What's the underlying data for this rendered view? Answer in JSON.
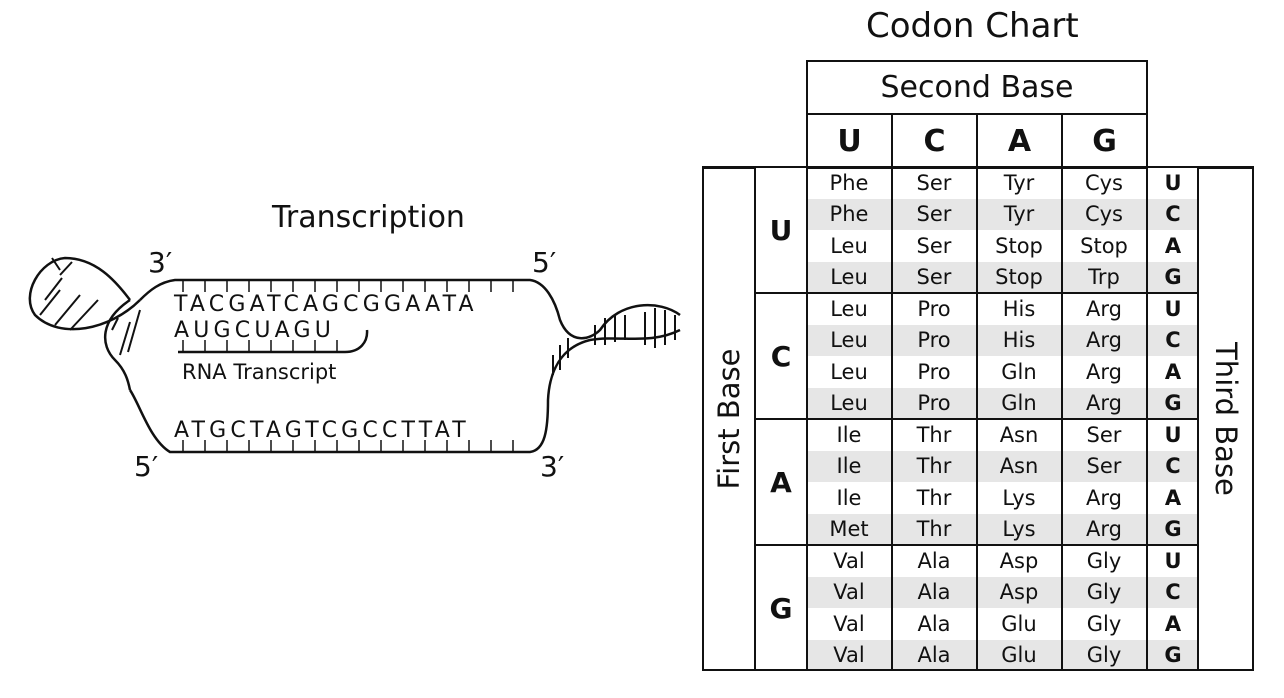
{
  "transcription": {
    "title": "Transcription",
    "top_left_end": "3′",
    "top_right_end": "5′",
    "bottom_left_end": "5′",
    "bottom_right_end": "3′",
    "template_strand": "TACGATCAGCGGAATA",
    "rna_strand": "AUGCUAGU",
    "coding_strand": "ATGCTAGTCGCCTTAT",
    "rna_label": "RNA Transcript"
  },
  "codon_chart": {
    "title": "Codon Chart",
    "second_base_label": "Second Base",
    "first_base_label": "First Base",
    "third_base_label": "Third Base",
    "second_bases": [
      "U",
      "C",
      "A",
      "G"
    ],
    "groups": [
      {
        "first": "U",
        "rows": [
          {
            "third": "U",
            "aa": [
              "Phe",
              "Ser",
              "Tyr",
              "Cys"
            ]
          },
          {
            "third": "C",
            "aa": [
              "Phe",
              "Ser",
              "Tyr",
              "Cys"
            ]
          },
          {
            "third": "A",
            "aa": [
              "Leu",
              "Ser",
              "Stop",
              "Stop"
            ]
          },
          {
            "third": "G",
            "aa": [
              "Leu",
              "Ser",
              "Stop",
              "Trp"
            ]
          }
        ]
      },
      {
        "first": "C",
        "rows": [
          {
            "third": "U",
            "aa": [
              "Leu",
              "Pro",
              "His",
              "Arg"
            ]
          },
          {
            "third": "C",
            "aa": [
              "Leu",
              "Pro",
              "His",
              "Arg"
            ]
          },
          {
            "third": "A",
            "aa": [
              "Leu",
              "Pro",
              "Gln",
              "Arg"
            ]
          },
          {
            "third": "G",
            "aa": [
              "Leu",
              "Pro",
              "Gln",
              "Arg"
            ]
          }
        ]
      },
      {
        "first": "A",
        "rows": [
          {
            "third": "U",
            "aa": [
              "Ile",
              "Thr",
              "Asn",
              "Ser"
            ]
          },
          {
            "third": "C",
            "aa": [
              "Ile",
              "Thr",
              "Asn",
              "Ser"
            ]
          },
          {
            "third": "A",
            "aa": [
              "Ile",
              "Thr",
              "Lys",
              "Arg"
            ]
          },
          {
            "third": "G",
            "aa": [
              "Met",
              "Thr",
              "Lys",
              "Arg"
            ]
          }
        ]
      },
      {
        "first": "G",
        "rows": [
          {
            "third": "U",
            "aa": [
              "Val",
              "Ala",
              "Asp",
              "Gly"
            ]
          },
          {
            "third": "C",
            "aa": [
              "Val",
              "Ala",
              "Asp",
              "Gly"
            ]
          },
          {
            "third": "A",
            "aa": [
              "Val",
              "Ala",
              "Glu",
              "Gly"
            ]
          },
          {
            "third": "G",
            "aa": [
              "Val",
              "Ala",
              "Glu",
              "Gly"
            ]
          }
        ]
      }
    ]
  }
}
